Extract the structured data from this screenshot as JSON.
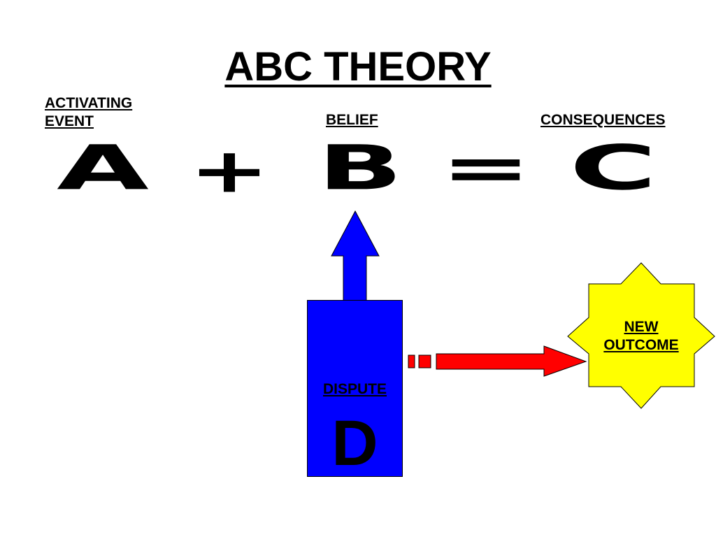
{
  "title": "ABC THEORY",
  "labels": {
    "activating": [
      "ACTIVATING",
      "EVENT"
    ],
    "belief": "BELIEF",
    "consequences": "CONSEQUENCES"
  },
  "equation": {
    "a": "A",
    "plus": "+",
    "b": "B",
    "equals": "=",
    "c": "C"
  },
  "dispute": {
    "label": "DISPUTE",
    "letter": "D"
  },
  "outcome": [
    "NEW",
    "OUTCOME"
  ],
  "colors": {
    "dispute_fill": "#0000ff",
    "arrow_red": "#ff0000",
    "outcome_fill": "#ffff00"
  }
}
